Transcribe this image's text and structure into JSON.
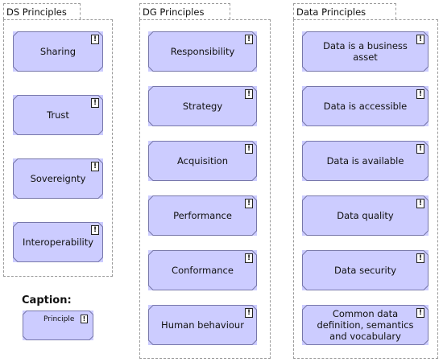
{
  "colors": {
    "principle_fill": "#ccccff",
    "principle_border": "#7777aa",
    "group_border": "#9a9a9a"
  },
  "icon": "exclamation-box-icon",
  "groups": [
    {
      "title": "DS Principles",
      "items": [
        "Sharing",
        "Trust",
        "Sovereignty",
        "Interoperability"
      ]
    },
    {
      "title": "DG Principles",
      "items": [
        "Responsibility",
        "Strategy",
        "Acquisition",
        "Performance",
        "Conformance",
        "Human behaviour"
      ]
    },
    {
      "title": "Data Principles",
      "items": [
        "Data is a business asset",
        "Data is accessible",
        "Data is available",
        "Data quality",
        "Data security",
        "Common data definition, semantics and vocabulary"
      ]
    }
  ],
  "bang_symbol": "!",
  "caption": {
    "title": "Caption:",
    "label": "Principle"
  }
}
